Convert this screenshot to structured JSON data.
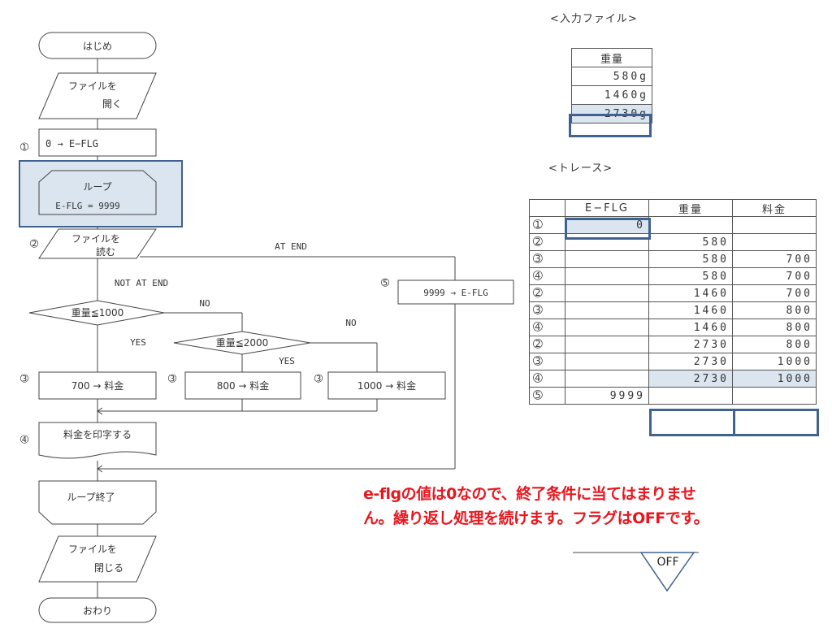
{
  "flowchart": {
    "start": "はじめ",
    "open_file_l1": "ファイルを",
    "open_file_l2": "開く",
    "init": "0 → E−FLG",
    "loop_l1": "ループ",
    "loop_l2": "E-FLG = 9999",
    "read_file_l1": "ファイルを",
    "read_file_l2": "読む",
    "at_end": "AT END",
    "not_at_end": "NOT AT END",
    "set_flag": "9999 → E-FLG",
    "cond1": "重量≦1000",
    "cond2": "重量≦2000",
    "no": "NO",
    "yes": "YES",
    "assign700": "700 → 料金",
    "assign800": "800 → 料金",
    "assign1000": "1000 → 料金",
    "print": "料金を印字する",
    "loop_end": "ループ終了",
    "close_file_l1": "ファイルを",
    "close_file_l2": "閉じる",
    "end": "おわり",
    "markers": {
      "m1": "➀",
      "m2": "➁",
      "m3": "➂",
      "m4": "➃",
      "m5": "➄"
    }
  },
  "input_file": {
    "title": "<入力ファイル>",
    "header": "重量",
    "rows": [
      "580g",
      "1460g",
      "2730g"
    ]
  },
  "trace": {
    "title": "<トレース>",
    "headers": [
      "",
      "E−FLG",
      "重量",
      "料金"
    ],
    "rows": [
      [
        "➀",
        "0",
        "",
        ""
      ],
      [
        "➁",
        "",
        "580",
        ""
      ],
      [
        "➂",
        "",
        "580",
        "700"
      ],
      [
        "➃",
        "",
        "580",
        "700"
      ],
      [
        "➁",
        "",
        "1460",
        "700"
      ],
      [
        "➂",
        "",
        "1460",
        "800"
      ],
      [
        "➃",
        "",
        "1460",
        "800"
      ],
      [
        "➁",
        "",
        "2730",
        "800"
      ],
      [
        "➂",
        "",
        "2730",
        "1000"
      ],
      [
        "➃",
        "",
        "2730",
        "1000"
      ],
      [
        "➄",
        "9999",
        "",
        ""
      ]
    ]
  },
  "note": {
    "line1": "e-flgの値は0なので、終了条件に当てはまりませ",
    "line2": "ん。繰り返し処理を続けます。フラグはOFFです。"
  },
  "flag": {
    "label": "OFF"
  },
  "colors": {
    "highlight_fill": "#dbe5ef",
    "highlight_border": "#3f6290",
    "note_red": "#e8161e"
  }
}
